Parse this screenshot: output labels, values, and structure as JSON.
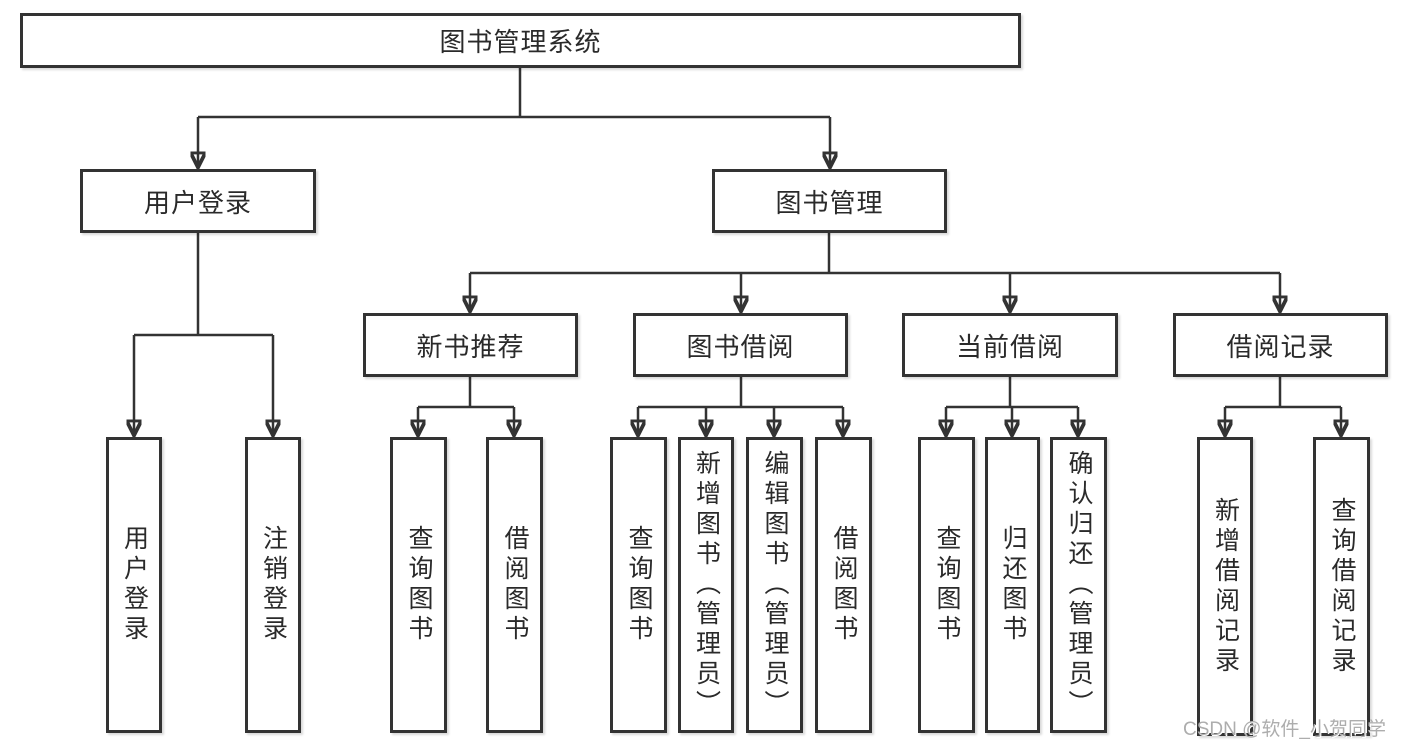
{
  "diagram": {
    "root": {
      "label": "图书管理系统"
    },
    "branches": [
      {
        "label": "用户登录"
      },
      {
        "label": "图书管理"
      }
    ],
    "modules": [
      {
        "label": "新书推荐"
      },
      {
        "label": "图书借阅"
      },
      {
        "label": "当前借阅"
      },
      {
        "label": "借阅记录"
      }
    ],
    "leaves": [
      {
        "label": "用户登录"
      },
      {
        "label": "注销登录"
      },
      {
        "label": "查询图书"
      },
      {
        "label": "借阅图书"
      },
      {
        "label": "查询图书"
      },
      {
        "label": "新增图书（管理员）"
      },
      {
        "label": "编辑图书（管理员）"
      },
      {
        "label": "借阅图书"
      },
      {
        "label": "查询图书"
      },
      {
        "label": "归还图书"
      },
      {
        "label": "确认归还（管理员）"
      },
      {
        "label": "新增借阅记录"
      },
      {
        "label": "查询借阅记录"
      }
    ]
  },
  "watermark": {
    "text": "CSDN @软件_小贺同学"
  },
  "colors": {
    "line": "#333333",
    "box_border": "#333333",
    "text": "#2a2a2a",
    "watermark": "#adadad",
    "background": "#ffffff"
  }
}
